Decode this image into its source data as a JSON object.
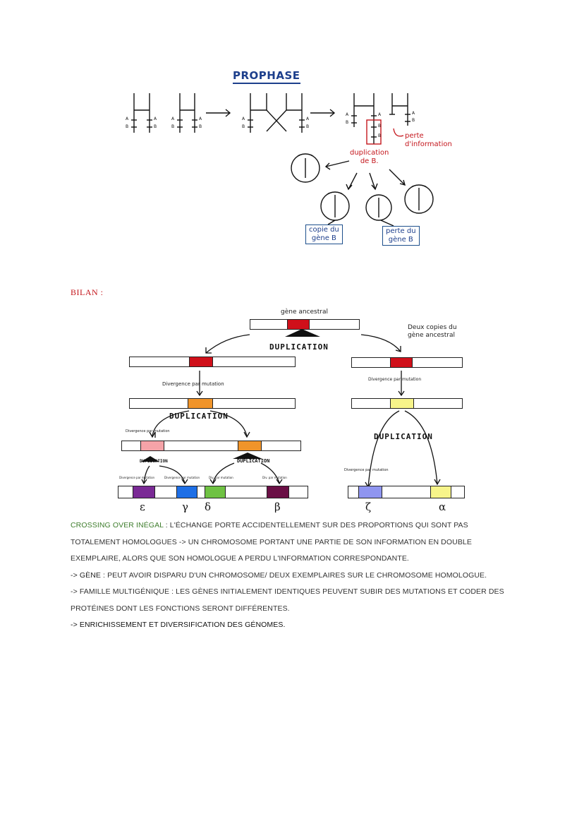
{
  "prophase": {
    "title": "PROPHASE",
    "chrom_A": "A",
    "chrom_B": "B",
    "perte_information": "perte\nd'information",
    "duplication_de_b": "duplication\nde B.",
    "copie_du_gene_b": "copie du\ngène B",
    "perte_du_gene_b": "perte du\ngène B"
  },
  "bilan": {
    "label": "BILAN :",
    "gene_ancestral": "gène ancestral",
    "deux_copies": "Deux copies du\ngène ancestral",
    "duplication": "DUPLICATION",
    "duplication_small": "DUPLICATION",
    "divergence_par_mutation": "Divergence par mutation",
    "divergence_short": "Div. par mutation",
    "greek": [
      "ε",
      "γ",
      "δ",
      "β",
      "ζ",
      "α"
    ],
    "colors": {
      "ancestral": "#d0101a",
      "orange": "#f0942a",
      "yellow": "#f7f48a",
      "pink": "#f5a3a8",
      "purple": "#7a2a95",
      "blue": "#1e6fe6",
      "green": "#6fc243",
      "maroon": "#6a0f45",
      "lavender": "#8f95f0"
    }
  },
  "text": {
    "crossing_title": "CROSSING OVER INÉGAL",
    "crossing_body": " : L'ÉCHANGE PORTE ACCIDENTELLEMENT SUR DES PROPORTIONS QUI SONT PAS TOTALEMENT HOMOLOGUES -> UN CHROMOSOME PORTANT UNE PARTIE DE SON INFORMATION EN DOUBLE EXEMPLAIRE, ALORS QUE SON HOMOLOGUE A PERDU L'INFORMATION CORRESPONDANTE.",
    "gene_line_label": "-> GÈNE",
    "gene_line_body": " : PEUT AVOIR DISPARU D'UN CHROMOSOME/ DEUX EXEMPLAIRES SUR LE CHROMOSOME HOMOLOGUE.",
    "famille_line": "-> FAMILLE MULTIGÉNIQUE : LES GÈNES INITIALEMENT IDENTIQUES PEUVENT SUBIR DES MUTATIONS ET CODER DES PROTÉINES DONT LES FONCTIONS SERONT DIFFÉRENTES.",
    "enrichissement_line": "-> ENRICHISSEMENT ET DIVERSIFICATION DES GÉNOMES."
  }
}
